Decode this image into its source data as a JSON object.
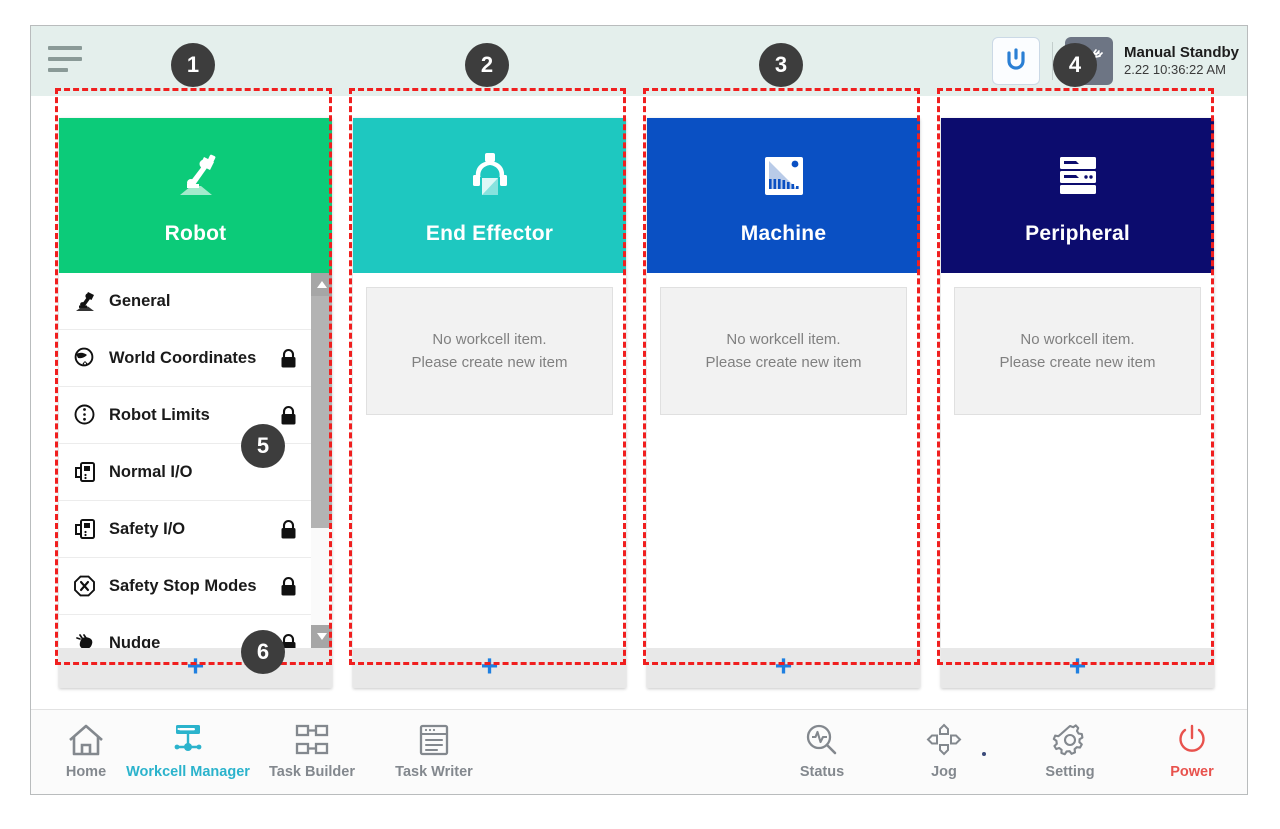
{
  "header": {
    "menu_icon": "hamburger-menu-icon",
    "reset_icon": "reset-restart-icon",
    "mode_icon": "manual-hand-icon",
    "status_title": "Manual Standby",
    "status_datetime": "2.22 10:36:22 AM"
  },
  "cards": [
    {
      "id": "robot",
      "title": "Robot",
      "icon": "robot-arm-icon",
      "color": "#0ccb79",
      "has_list": true,
      "add_label": "+"
    },
    {
      "id": "end-effector",
      "title": "End Effector",
      "icon": "gripper-icon",
      "color": "#1ec8c0",
      "has_list": false,
      "empty_line1": "No workcell item.",
      "empty_line2": "Please create new item",
      "add_label": "+"
    },
    {
      "id": "machine",
      "title": "Machine",
      "icon": "machine-cnc-icon",
      "color": "#0a50c3",
      "has_list": false,
      "empty_line1": "No workcell item.",
      "empty_line2": "Please create new item",
      "add_label": "+"
    },
    {
      "id": "peripheral",
      "title": "Peripheral",
      "icon": "server-rack-icon",
      "color": "#0c0c6e",
      "has_list": false,
      "empty_line1": "No workcell item.",
      "empty_line2": "Please create new item",
      "add_label": "+"
    }
  ],
  "robot_list": [
    {
      "label": "General",
      "icon": "robot-arm-icon",
      "locked": false
    },
    {
      "label": "World Coordinates",
      "icon": "globe-coord-icon",
      "locked": true
    },
    {
      "label": "Robot Limits",
      "icon": "limits-circle-icon",
      "locked": true
    },
    {
      "label": "Normal I/O",
      "icon": "io-port-icon",
      "locked": false
    },
    {
      "label": "Safety I/O",
      "icon": "io-port-icon",
      "locked": true
    },
    {
      "label": "Safety Stop Modes",
      "icon": "stop-x-icon",
      "locked": true
    },
    {
      "label": "Nudge",
      "icon": "nudge-hand-icon",
      "locked": true
    }
  ],
  "scrollbar": {
    "up_icon": "scroll-up-arrow-icon",
    "down_icon": "scroll-down-arrow-icon"
  },
  "bottom_nav": [
    {
      "label": "Home",
      "icon": "home-icon",
      "active": false
    },
    {
      "label": "Workcell Manager",
      "icon": "workcell-manager-icon",
      "active": true
    },
    {
      "label": "Task Builder",
      "icon": "task-builder-icon",
      "active": false
    },
    {
      "label": "Task Writer",
      "icon": "task-writer-icon",
      "active": false
    },
    {
      "label": "Status",
      "icon": "status-scope-icon",
      "active": false
    },
    {
      "label": "Jog",
      "icon": "jog-dpad-icon",
      "active": false
    },
    {
      "label": "Setting",
      "icon": "gear-icon",
      "active": false
    },
    {
      "label": "Power",
      "icon": "power-icon",
      "active": false
    }
  ],
  "annotations": [
    {
      "number": "1"
    },
    {
      "number": "2"
    },
    {
      "number": "3"
    },
    {
      "number": "4"
    },
    {
      "number": "5"
    },
    {
      "number": "6"
    }
  ],
  "colors": {
    "accent_blue": "#1f7fe0",
    "active_nav": "#2bb3cc",
    "power_red": "#e8524d",
    "annotation_red": "#f01f1f",
    "badge_gray": "#3d3d3d"
  }
}
